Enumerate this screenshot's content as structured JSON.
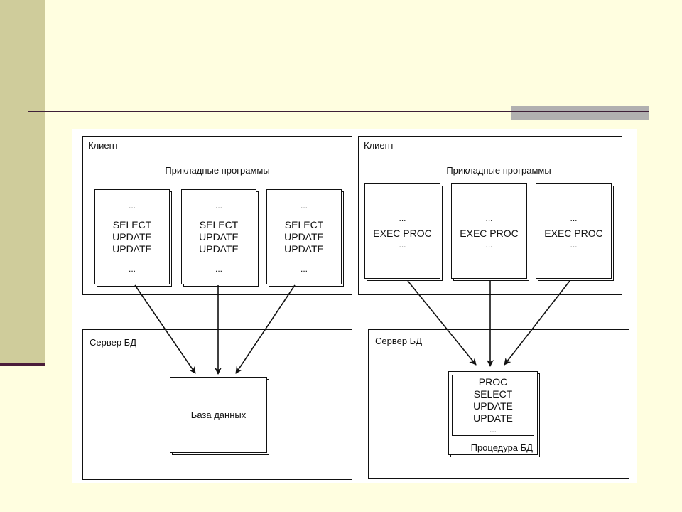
{
  "slide": {
    "colors": {
      "background": "#fffee0",
      "sidebar": "#cfcc9b",
      "rule": "#3f2038",
      "accent_block": "#b1b0b0"
    }
  },
  "diagram": {
    "left": {
      "client_label": "Клиент",
      "apps_caption": "Прикладные программы",
      "programs": [
        {
          "lines": [
            "...",
            "SELECT",
            "UPDATE",
            "UPDATE",
            "..."
          ]
        },
        {
          "lines": [
            "...",
            "SELECT",
            "UPDATE",
            "UPDATE",
            "..."
          ]
        },
        {
          "lines": [
            "...",
            "SELECT",
            "UPDATE",
            "UPDATE",
            "..."
          ]
        }
      ],
      "server_label": "Сервер БД",
      "database_label": "База данных"
    },
    "right": {
      "client_label": "Клиент",
      "apps_caption": "Прикладные программы",
      "programs": [
        {
          "lines": [
            "...",
            "EXEC PROC",
            "..."
          ]
        },
        {
          "lines": [
            "...",
            "EXEC PROC",
            "..."
          ]
        },
        {
          "lines": [
            "...",
            "EXEC PROC",
            "..."
          ]
        }
      ],
      "server_label": "Сервер БД",
      "procedure_lines": [
        "PROC",
        "SELECT",
        "UPDATE",
        "UPDATE",
        "..."
      ],
      "procedure_caption": "Процедура БД"
    }
  }
}
